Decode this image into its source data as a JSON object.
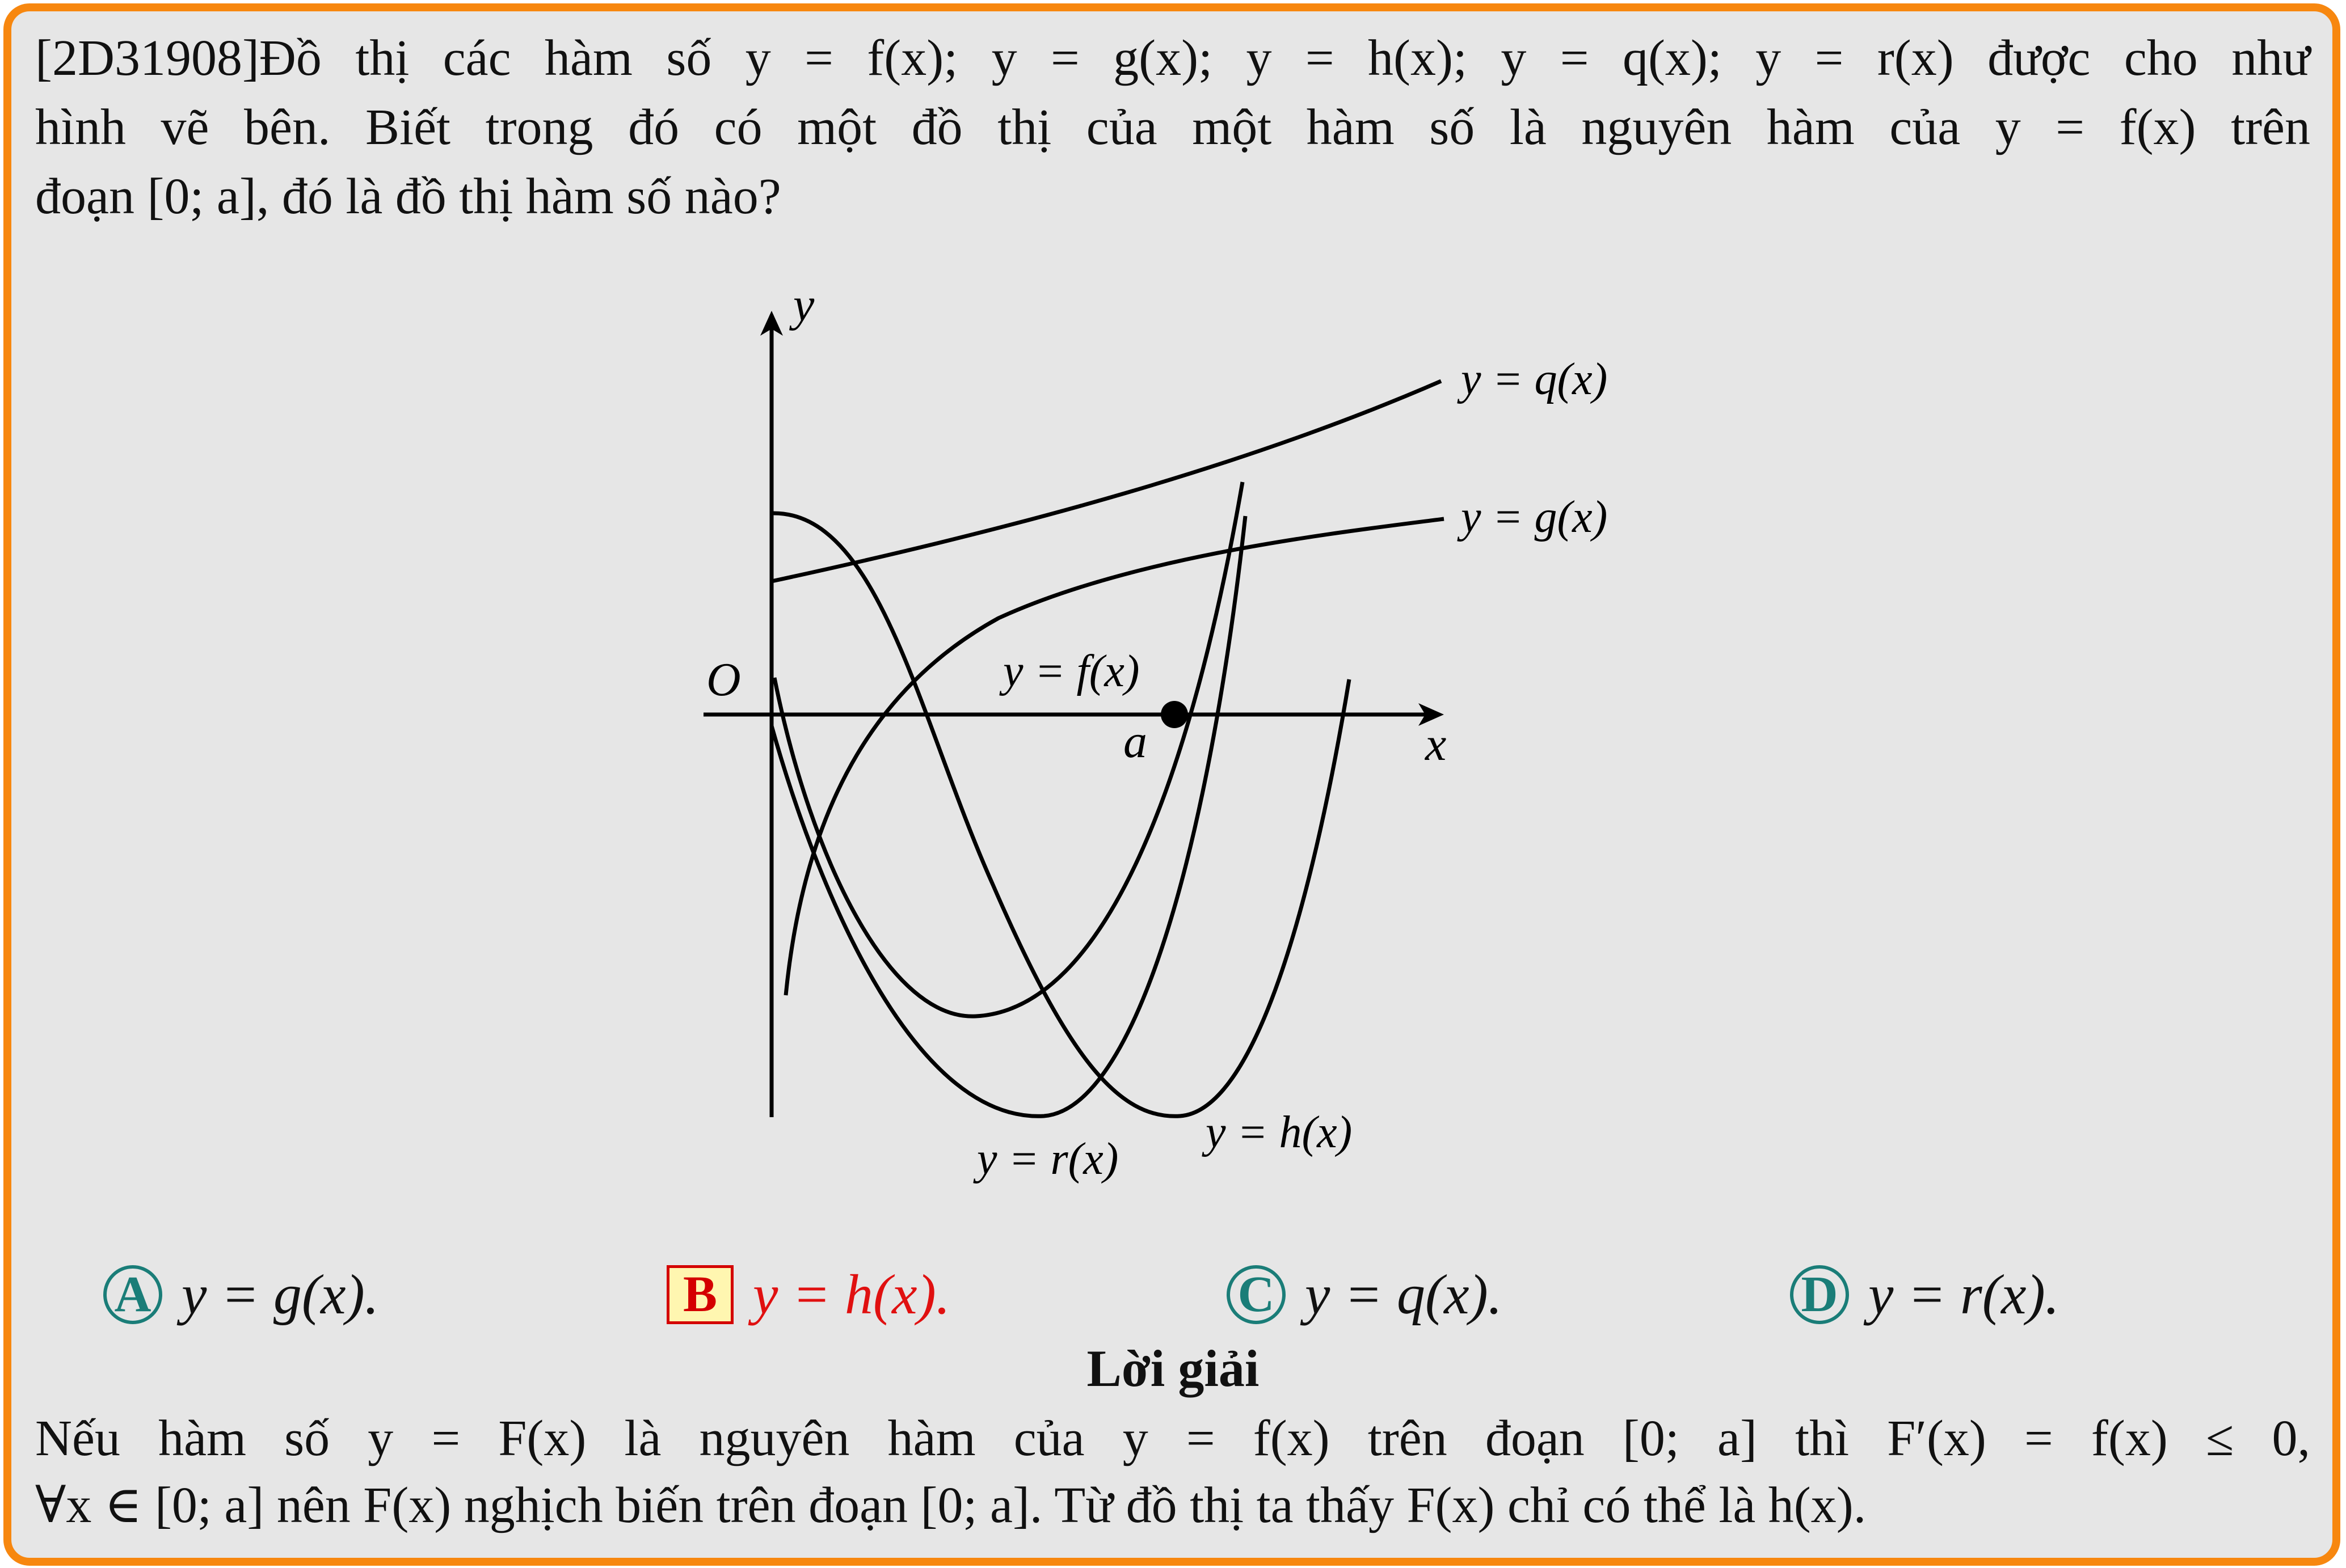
{
  "question": {
    "line1": "[2D31908]Đồ thị các hàm số y = f(x); y = g(x); y = h(x); y = q(x); y = r(x) được cho như",
    "line2": "hình vẽ bên. Biết trong đó có một đồ thị của một hàm số là nguyên hàm của y = f(x) trên",
    "line3": "đoạn [0; a], đó là đồ thị hàm số nào?"
  },
  "figure": {
    "y_axis_label": "y",
    "x_axis_label": "x",
    "origin_label": "O",
    "point_label": "a",
    "curves": {
      "q": "y = q(x)",
      "g": "y = g(x)",
      "f": "y = f(x)",
      "r": "y = r(x)",
      "h": "y = h(x)"
    }
  },
  "options": [
    {
      "letter": "A",
      "text": "y = g(x).",
      "correct": false
    },
    {
      "letter": "B",
      "text": "y = h(x).",
      "correct": true
    },
    {
      "letter": "C",
      "text": "y = q(x).",
      "correct": false
    },
    {
      "letter": "D",
      "text": "y = r(x).",
      "correct": false
    }
  ],
  "colors": {
    "frame": "#f7870f",
    "background": "#e6e6e6",
    "option_circle": "#1a7d78",
    "correct": "#e01010",
    "correct_box_fill": "#fff6b0"
  },
  "solution": {
    "title": "Lời giải",
    "line1": "Nếu hàm số y = F(x) là nguyên hàm của y = f(x) trên đoạn [0; a] thì F′(x) = f(x) ≤ 0,",
    "line2": "∀x ∈ [0; a] nên F(x) nghịch biến trên đoạn [0; a]. Từ đồ thị ta thấy F(x) chỉ có thể là h(x)."
  }
}
